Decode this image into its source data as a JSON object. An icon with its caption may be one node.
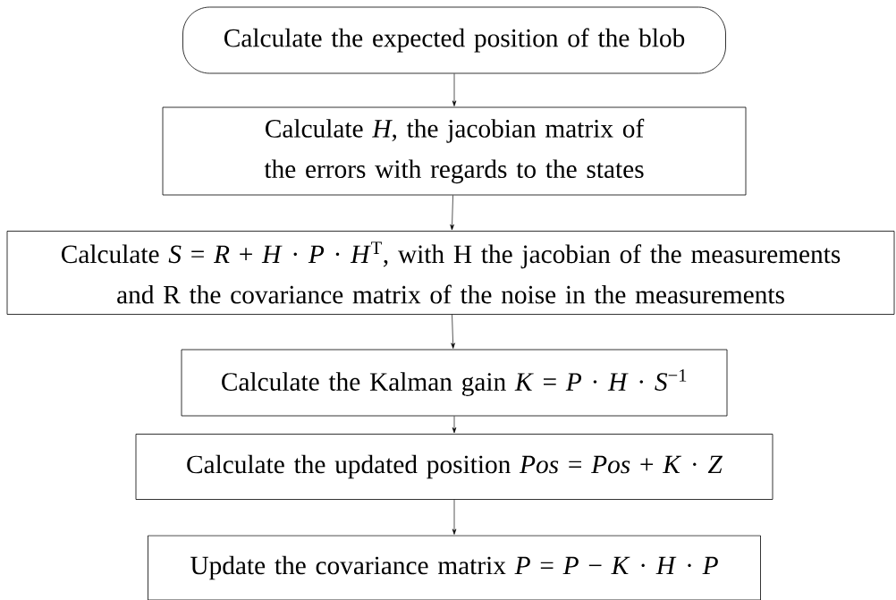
{
  "diagram": {
    "nodes": [
      {
        "text": [
          "Calculate the expected position of the blob"
        ]
      },
      {
        "text": [
          "Calculate *H*, the jacobian matrix of the errors with regards to the states"
        ]
      },
      {
        "text": [
          "Calculate *S* = *R* + *H* · *P* · *H*$^{T}$, with H the jacobian of the measurements and R the covariance matrix of the noise in the measurements"
        ]
      },
      {
        "text": [
          "Calculate the Kalman gain *K* = *P* · *H* · *S*$^{−1}$"
        ]
      },
      {
        "text": [
          "Calculate the updated position *Pos* = *Pos* + *K* · *Z*"
        ]
      },
      {
        "text": [
          "Update the covariance matrix *P* = *P* − *K* · *H* · *P*"
        ]
      }
    ],
    "edges": [
      {
        "from": 0,
        "to": 1,
        "arrow": "to"
      },
      {
        "from": 1,
        "to": 2,
        "arrow": "to"
      },
      {
        "from": 2,
        "to": 3,
        "arrow": "to"
      },
      {
        "from": 3,
        "to": 4,
        "arrow": "to"
      },
      {
        "from": 4,
        "to": 5,
        "arrow": "to"
      }
    ]
  }
}
